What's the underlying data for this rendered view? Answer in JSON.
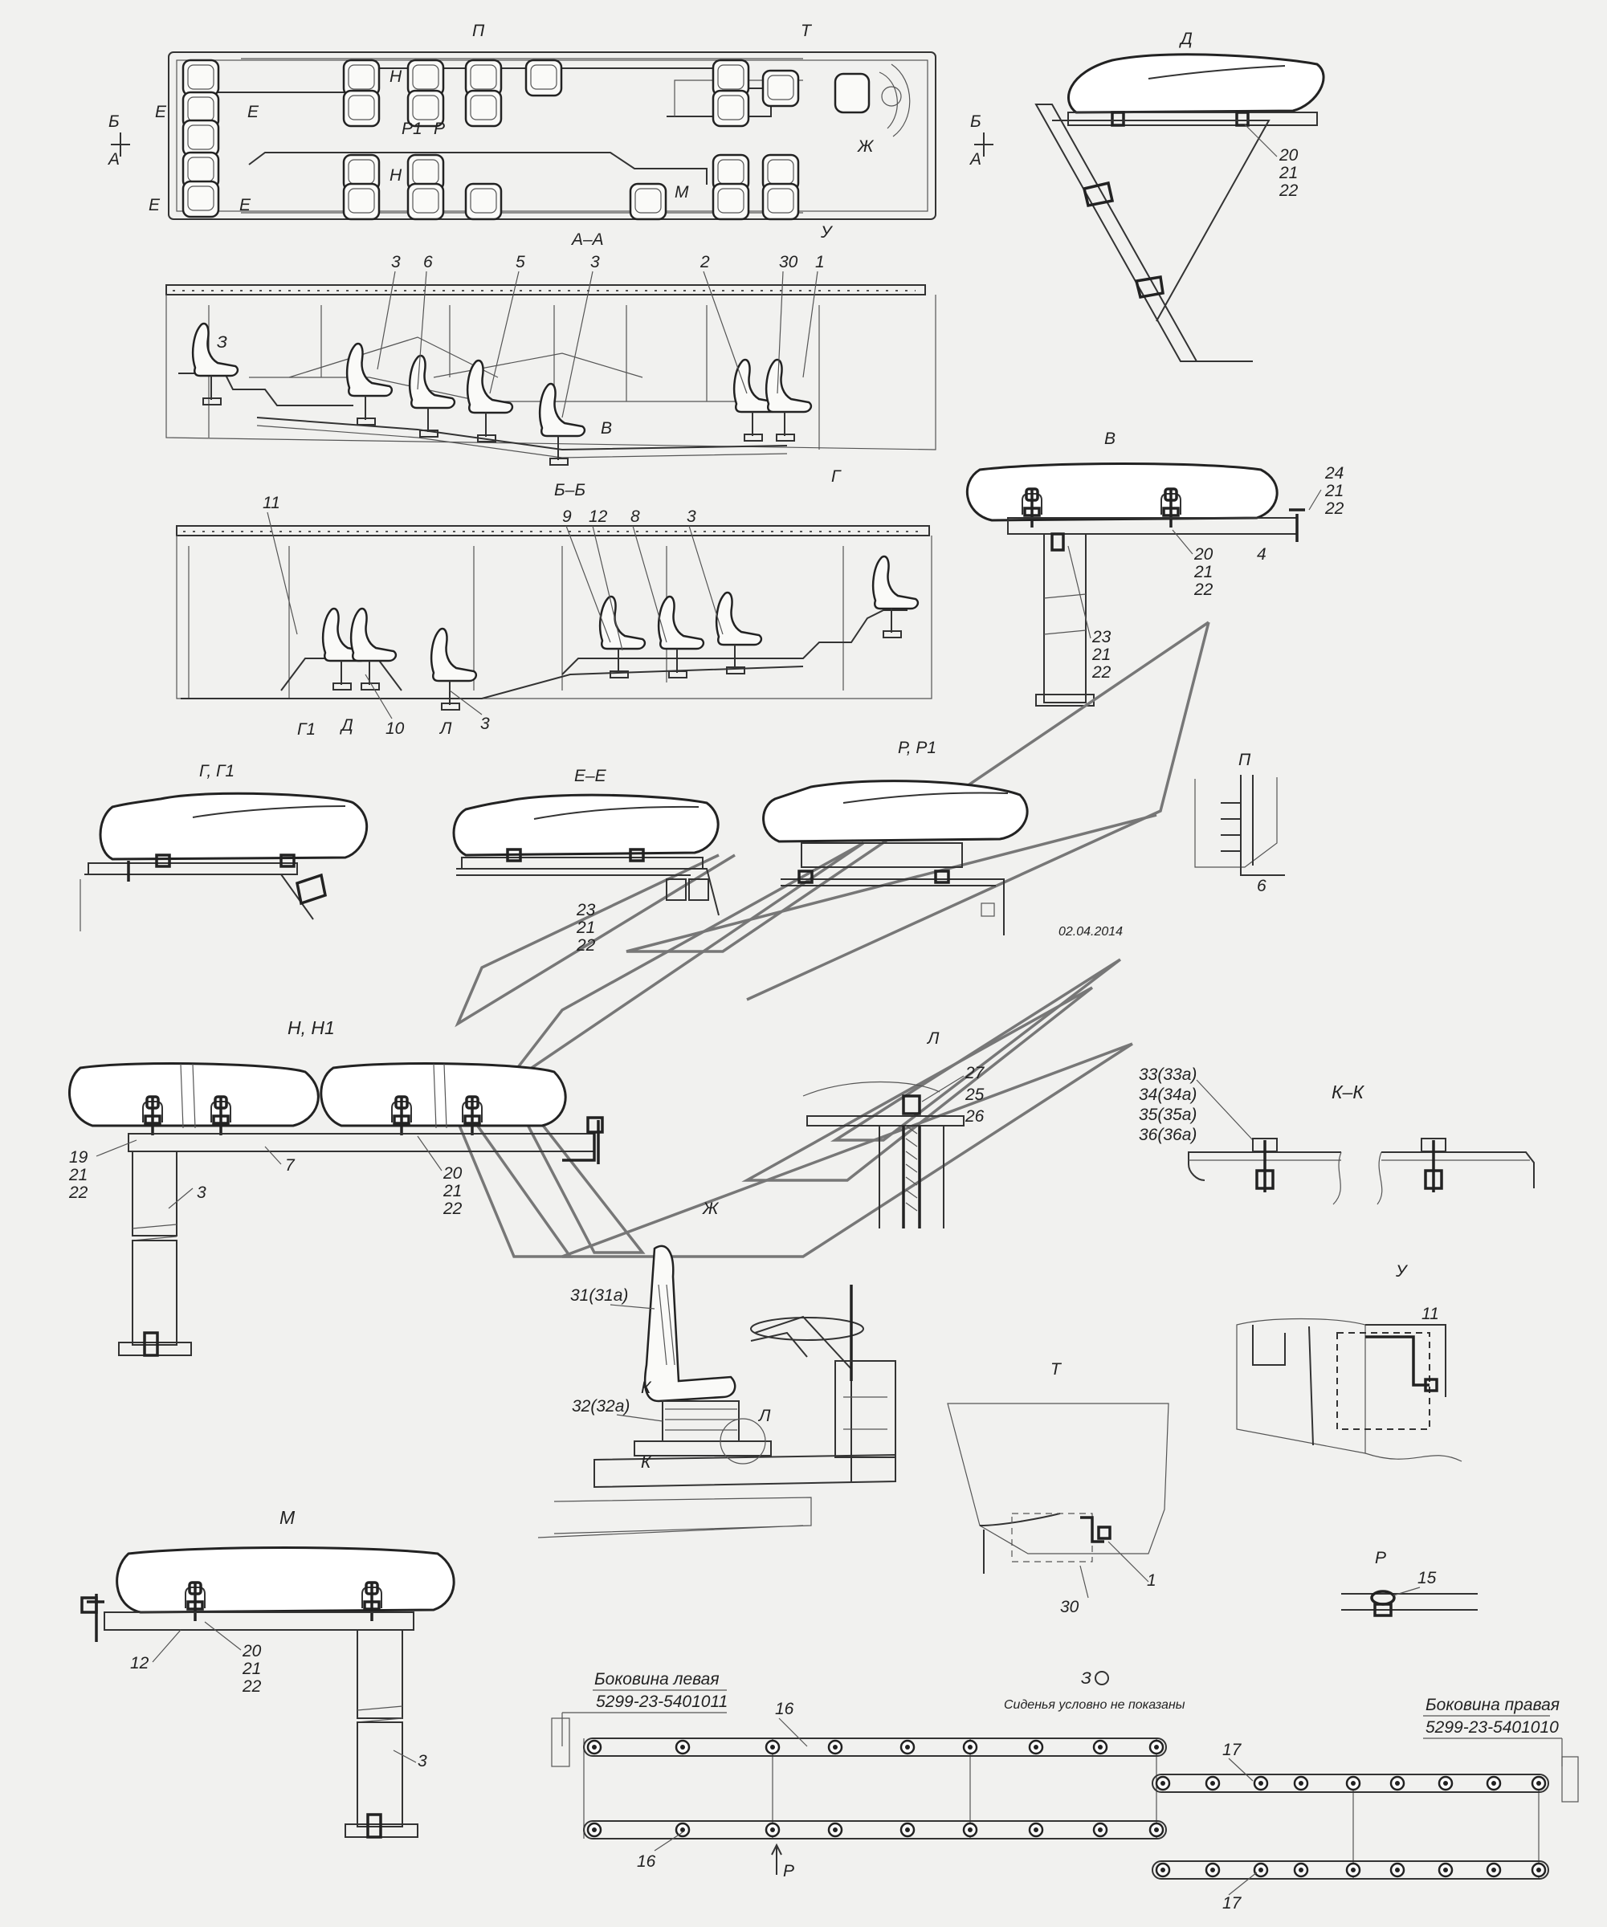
{
  "sheet": {
    "date_stamp": "02.04.2014"
  },
  "plan_view": {
    "callouts": [
      "П",
      "Т",
      "У",
      "Н",
      "Н",
      "Р1",
      "Р",
      "М",
      "Ж"
    ],
    "section_marks": [
      "Б",
      "А",
      "Е",
      "Е",
      "Е",
      "Е",
      "Б",
      "А"
    ]
  },
  "section_aa": {
    "title": "А–А",
    "item_numbers": [
      "3",
      "6",
      "5",
      "3",
      "2",
      "30",
      "1"
    ],
    "view_marks": [
      "З",
      "В",
      "Г"
    ]
  },
  "section_bb": {
    "title": "Б–Б",
    "item_numbers": [
      "11",
      "9",
      "12",
      "8",
      "3",
      "10",
      "3"
    ],
    "view_marks": [
      "Г1",
      "Д",
      "Л"
    ]
  },
  "view_d": {
    "title": "Д",
    "items": [
      "20",
      "21",
      "22"
    ]
  },
  "view_v": {
    "title": "В",
    "items_side": [
      "24",
      "21",
      "22"
    ],
    "items_mid": [
      "20",
      "21",
      "22"
    ],
    "item_bracket": "4",
    "items_post": [
      "23",
      "21",
      "22"
    ]
  },
  "view_g": {
    "title": "Г, Г1"
  },
  "view_ee": {
    "title": "Е–Е",
    "items": [
      "23",
      "21",
      "22"
    ]
  },
  "view_rr": {
    "title": "Р, Р1"
  },
  "view_p": {
    "title": "П",
    "item": "6"
  },
  "view_n": {
    "title": "Н, Н1",
    "items_left": [
      "19",
      "21",
      "22"
    ],
    "item_tube": "3",
    "item_beam": "7",
    "items_right": [
      "20",
      "21",
      "22"
    ]
  },
  "view_l": {
    "title": "Л",
    "items": [
      "27",
      "25",
      "26"
    ]
  },
  "view_zh": {
    "mark": "Ж"
  },
  "view_kk": {
    "title": "К–К",
    "items": [
      "33(33а)",
      "34(34а)",
      "35(35а)",
      "36(36а)"
    ]
  },
  "driver_seat": {
    "item_seat": "31(31а)",
    "item_base": "32(32а)",
    "marks": [
      "К",
      "К",
      "Л"
    ]
  },
  "view_u": {
    "title": "У",
    "item": "11"
  },
  "view_t": {
    "title": "Т",
    "item_a": "1",
    "item_b": "30"
  },
  "view_m": {
    "title": "М",
    "items": [
      "20",
      "21",
      "22"
    ],
    "item_beam": "12",
    "item_tube": "3"
  },
  "view_r": {
    "title": "Р",
    "item": "15"
  },
  "view_z": {
    "title": "З",
    "note": "Сиденья условно не показаны",
    "left_side_label": "Боковина левая",
    "left_side_part": "5299-23-5401011",
    "right_side_label": "Боковина правая",
    "right_side_part": "5299-23-5401010",
    "rail_upper_left": "16",
    "rail_lower_left": "16",
    "rail_upper_right": "17",
    "rail_lower_right": "17",
    "arrow_mark": "Р"
  }
}
